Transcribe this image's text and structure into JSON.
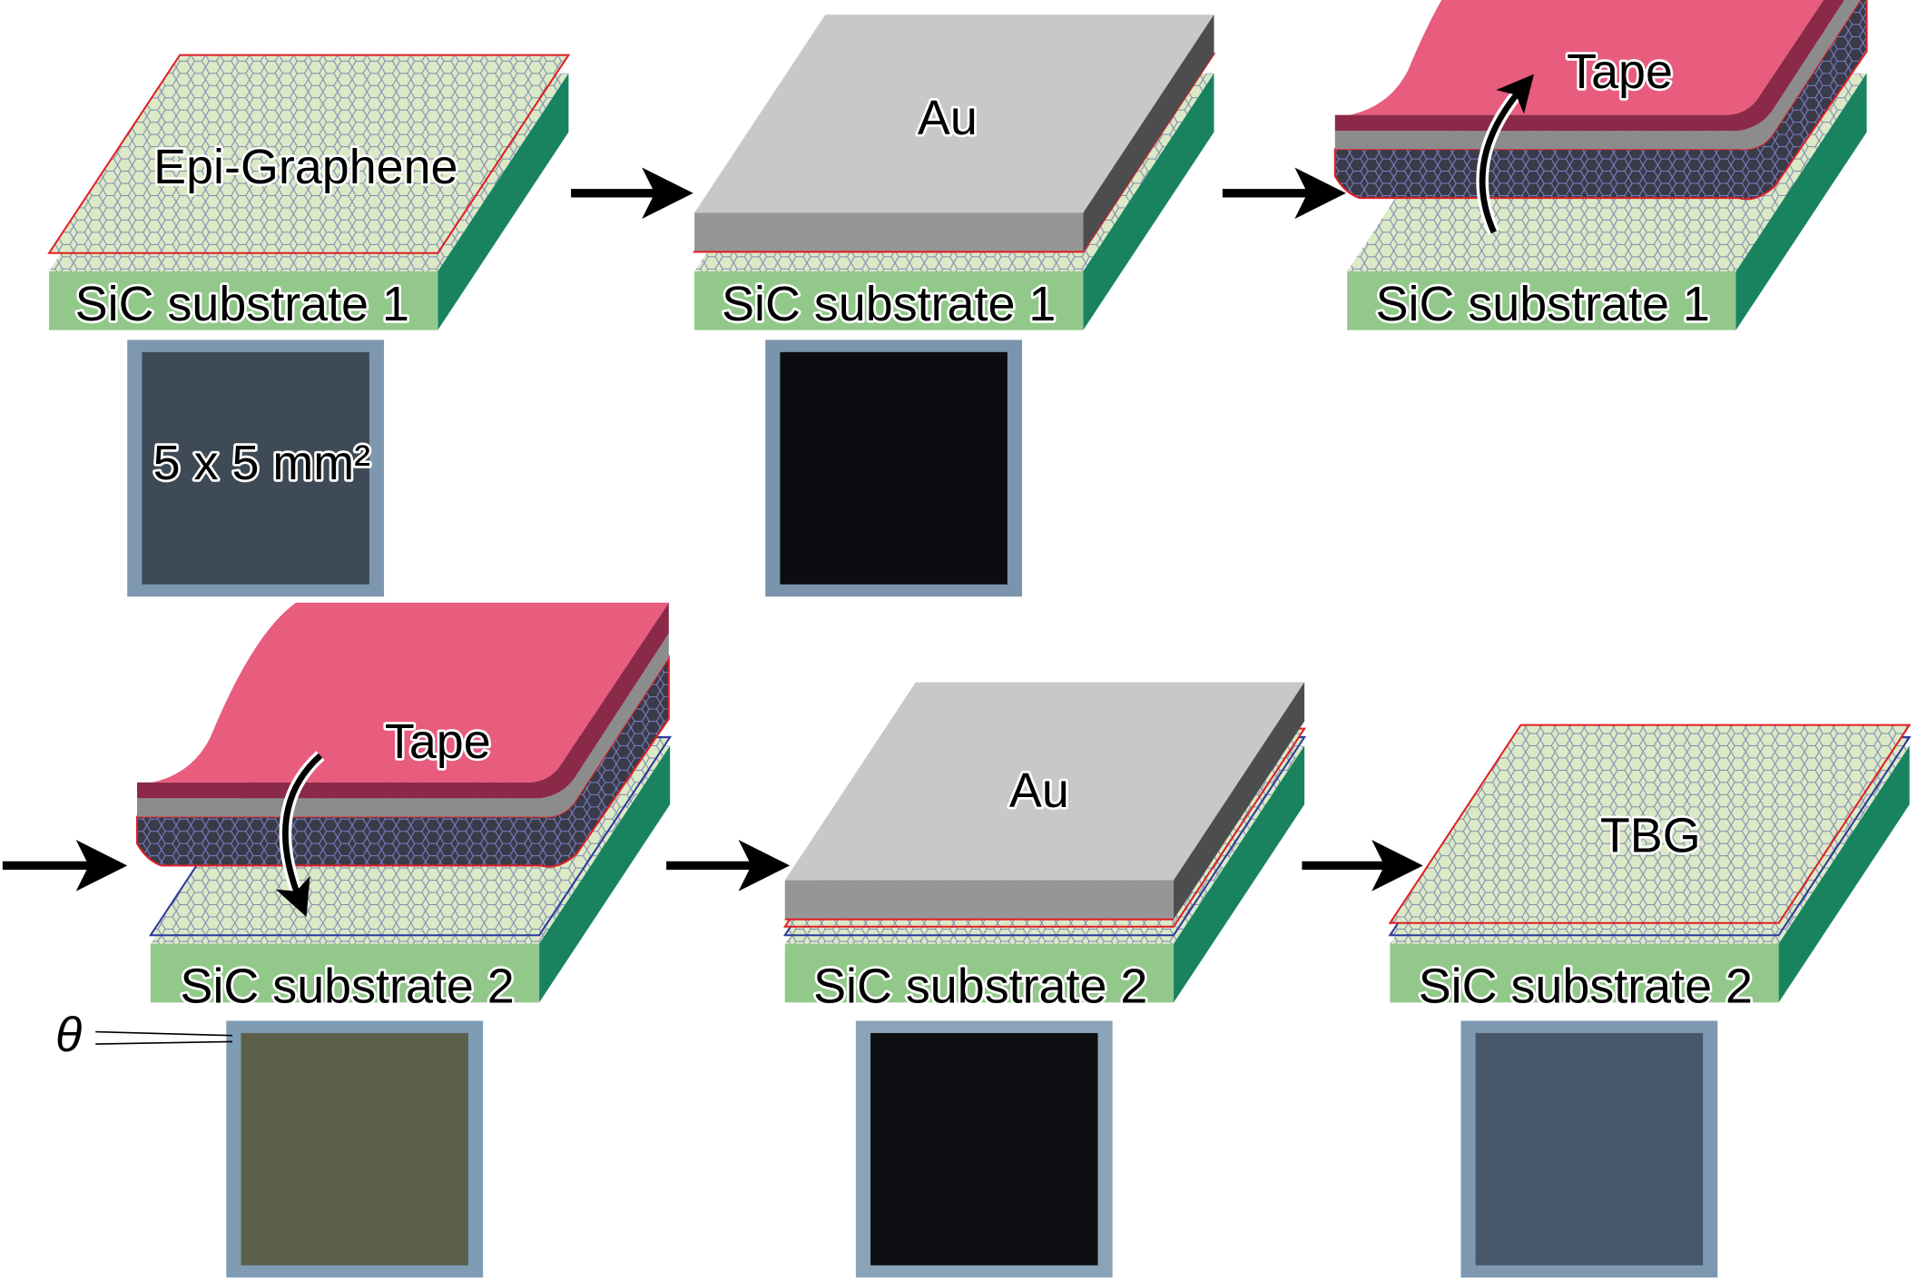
{
  "labels": {
    "epi_graphene": "Epi-Graphene",
    "au_1": "Au",
    "tape_1": "Tape",
    "tape_2": "Tape",
    "au_2": "Au",
    "tbg": "TBG",
    "substrate_1a": "SiC substrate 1",
    "substrate_1b": "SiC substrate 1",
    "substrate_1c": "SiC substrate 1",
    "substrate_2a": "SiC substrate 2",
    "substrate_2b": "SiC substrate 2",
    "substrate_2c": "SiC substrate 2",
    "size": "5 x 5 mm²",
    "theta": "θ"
  },
  "colors": {
    "substrate_front": "#92c98a",
    "substrate_side": "#18835e",
    "substrate_top": "#dbe9c6",
    "au_top": "#c8c8c8",
    "au_front": "#969696",
    "au_side": "#4d4d4d",
    "tape": "#e85c7e",
    "tape_dark": "#8a2a48",
    "graphene_outline_red": "#e01e25",
    "graphene_outline_blue": "#2a3a9a"
  }
}
